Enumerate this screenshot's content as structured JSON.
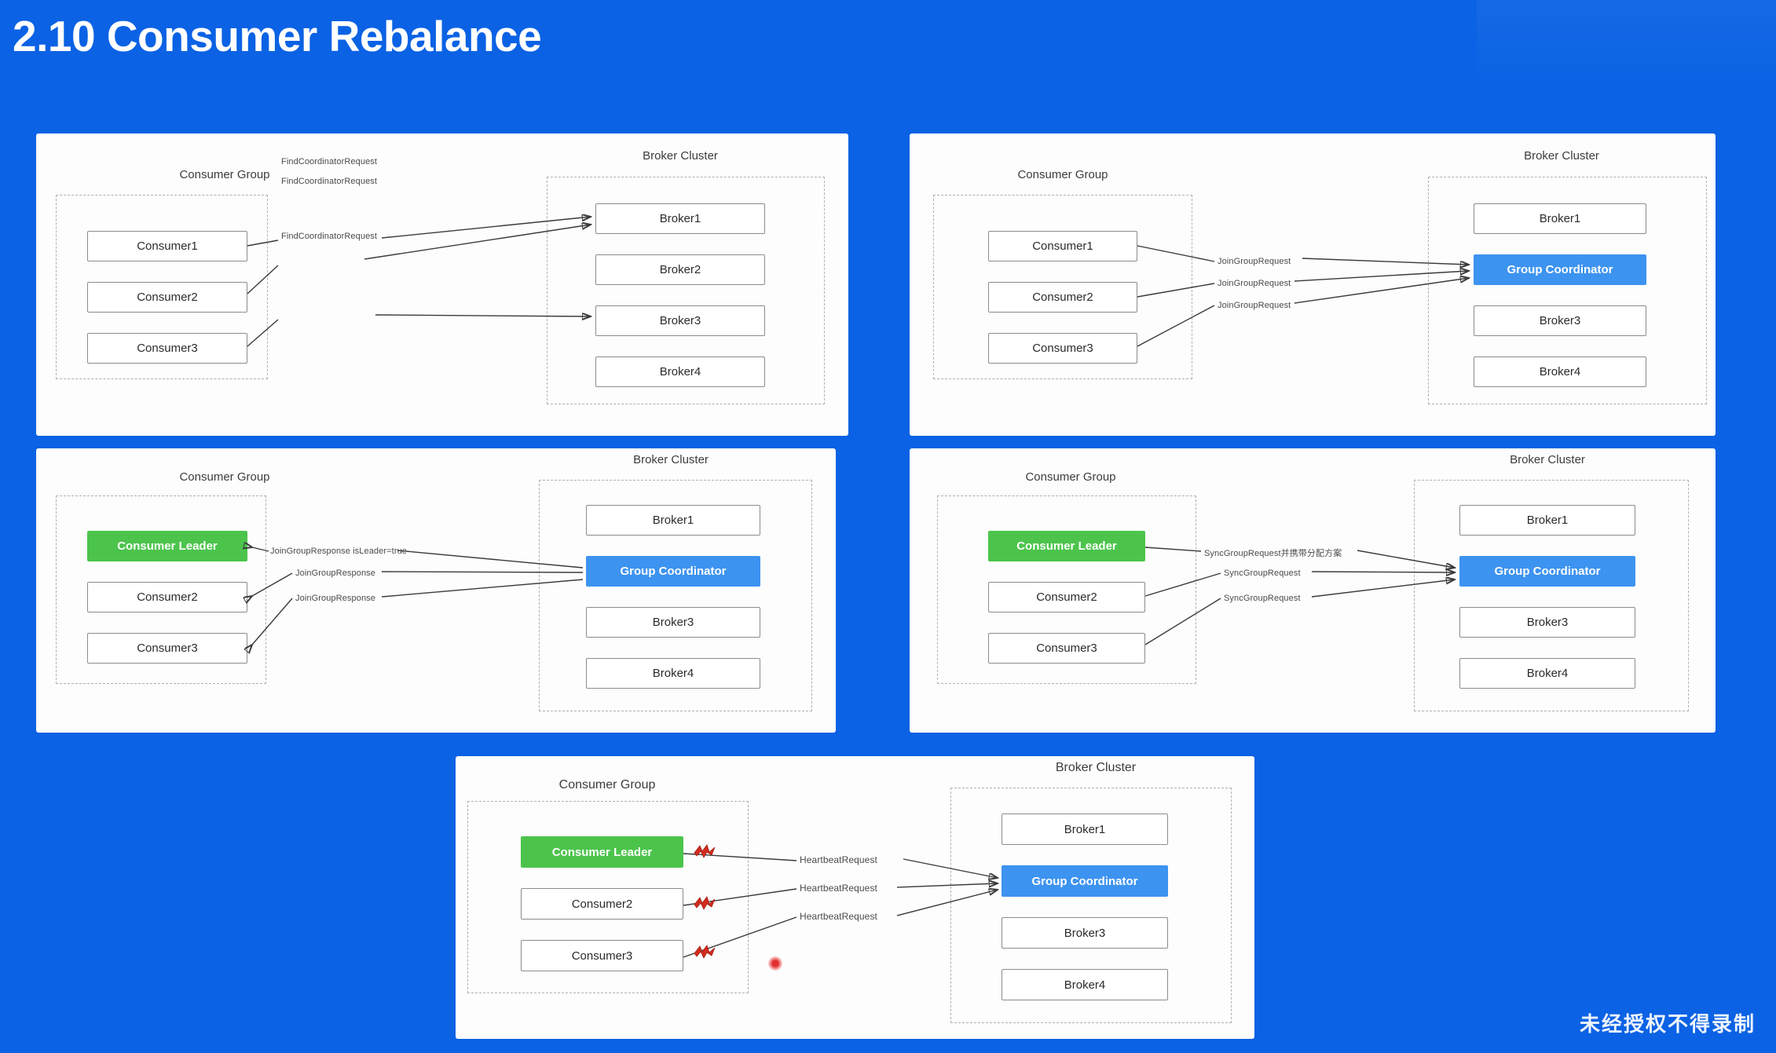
{
  "slide": {
    "title": "2.10 Consumer Rebalance",
    "watermark": "未经授权不得录制",
    "background_color": "#0B62E4"
  },
  "labels": {
    "consumer_group": "Consumer Group",
    "broker_cluster": "Broker Cluster",
    "consumer1": "Consumer1",
    "consumer2": "Consumer2",
    "consumer3": "Consumer3",
    "consumer_leader": "Consumer Leader",
    "broker1": "Broker1",
    "broker2": "Broker2",
    "broker3": "Broker3",
    "broker4": "Broker4",
    "group_coordinator": "Group Coordinator"
  },
  "colors": {
    "leader_green": "#4CC44C",
    "coordinator_blue": "#3D93F0",
    "bolt_red": "#D42B1E",
    "cursor_red": "#E03030"
  },
  "panels": [
    {
      "id": "panel-1-find-coordinator",
      "step": 1,
      "group_title": "Consumer Group",
      "cluster_title": "Broker Cluster",
      "consumers": [
        "Consumer1",
        "Consumer2",
        "Consumer3"
      ],
      "brokers": [
        "Broker1",
        "Broker2",
        "Broker3",
        "Broker4"
      ],
      "highlighted_broker": null,
      "edge_labels": [
        "FindCoordinatorRequest",
        "FindCoordinatorRequest",
        "FindCoordinatorRequest"
      ],
      "direction": "consumer-to-broker",
      "has_bolts": false
    },
    {
      "id": "panel-2-join-group-request",
      "step": 2,
      "group_title": "Consumer Group",
      "cluster_title": "Broker Cluster",
      "consumers": [
        "Consumer1",
        "Consumer2",
        "Consumer3"
      ],
      "brokers": [
        "Broker1",
        "Group Coordinator",
        "Broker3",
        "Broker4"
      ],
      "highlighted_broker": "Group Coordinator",
      "edge_labels": [
        "JoinGroupRequest",
        "JoinGroupRequest",
        "JoinGroupRequest"
      ],
      "direction": "consumer-to-broker",
      "has_bolts": false
    },
    {
      "id": "panel-3-join-group-response",
      "step": 3,
      "group_title": "Consumer Group",
      "cluster_title": "Broker Cluster",
      "consumers": [
        "Consumer Leader",
        "Consumer2",
        "Consumer3"
      ],
      "brokers": [
        "Broker1",
        "Group Coordinator",
        "Broker3",
        "Broker4"
      ],
      "highlighted_broker": "Group Coordinator",
      "edge_labels": [
        "JoinGroupResponse isLeader=true",
        "JoinGroupResponse",
        "JoinGroupResponse"
      ],
      "direction": "broker-to-consumer",
      "has_bolts": false
    },
    {
      "id": "panel-4-sync-group-request",
      "step": 4,
      "group_title": "Consumer Group",
      "cluster_title": "Broker Cluster",
      "consumers": [
        "Consumer Leader",
        "Consumer2",
        "Consumer3"
      ],
      "brokers": [
        "Broker1",
        "Group Coordinator",
        "Broker3",
        "Broker4"
      ],
      "highlighted_broker": "Group Coordinator",
      "edge_labels": [
        "SyncGroupRequest并携带分配方案",
        "SyncGroupRequest",
        "SyncGroupRequest"
      ],
      "direction": "consumer-to-broker",
      "has_bolts": false
    },
    {
      "id": "panel-5-heartbeat-request",
      "step": 5,
      "group_title": "Consumer Group",
      "cluster_title": "Broker Cluster",
      "consumers": [
        "Consumer Leader",
        "Consumer2",
        "Consumer3"
      ],
      "brokers": [
        "Broker1",
        "Group Coordinator",
        "Broker3",
        "Broker4"
      ],
      "highlighted_broker": "Group Coordinator",
      "edge_labels": [
        "HeartbeatRequest",
        "HeartbeatRequest",
        "HeartbeatRequest"
      ],
      "direction": "consumer-to-broker",
      "has_bolts": true
    }
  ]
}
